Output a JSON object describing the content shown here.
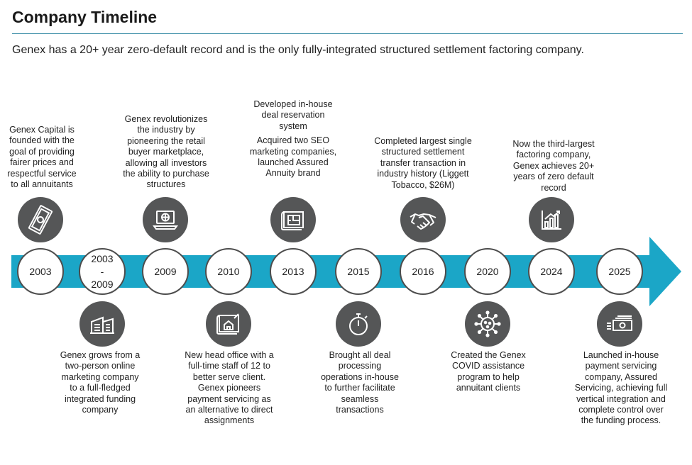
{
  "header": {
    "title": "Company Timeline",
    "subtitle": "Genex has a 20+ year zero-default record and is the only fully-integrated structured settlement factoring company."
  },
  "colors": {
    "accent": "#1ba6c7",
    "icon_bg": "#555657",
    "rule": "#3e8fa8"
  },
  "milestones": [
    {
      "year": "2003",
      "icon": "money-bill-icon",
      "text": "Genex Capital is founded with the goal of providing fairer prices and respectful service to all annuitants"
    },
    {
      "year": "2003\n-\n2009",
      "icon": "building-icon",
      "text": "Genex grows from a two-person online marketing company to a full-fledged integrated funding company"
    },
    {
      "year": "2009",
      "icon": "laptop-globe-icon",
      "text": "Genex revolutionizes the industry by pioneering the retail buyer marketplace, allowing all investors the ability to purchase structures"
    },
    {
      "year": "2010",
      "icon": "house-blueprint-icon",
      "text": "New head office with a full-time staff of 12 to better serve client. Genex pioneers payment servicing as an alternative to direct assignments"
    },
    {
      "year": "2013",
      "icon": "blueprint-icon",
      "text_a": "Developed in-house deal reservation system",
      "text_b": "Acquired two SEO marketing companies, launched Assured Annuity brand"
    },
    {
      "year": "2015",
      "icon": "stopwatch-icon",
      "text": "Brought all deal processing operations in-house to further facilitate seamless transactions"
    },
    {
      "year": "2016",
      "icon": "handshake-icon",
      "text": "Completed largest single structured settlement transfer transaction in industry history (Liggett Tobacco, $26M)"
    },
    {
      "year": "2020",
      "icon": "virus-icon",
      "text": "Created the Genex COVID assistance program to help annuitant clients"
    },
    {
      "year": "2024",
      "icon": "bar-chart-icon",
      "text": "Now the third-largest factoring company, Genex achieves 20+ years of zero default record"
    },
    {
      "year": "2025",
      "icon": "cash-payment-icon",
      "text": "Launched in-house payment servicing company, Assured Servicing, achieving full vertical integration and complete control over the funding process."
    }
  ]
}
